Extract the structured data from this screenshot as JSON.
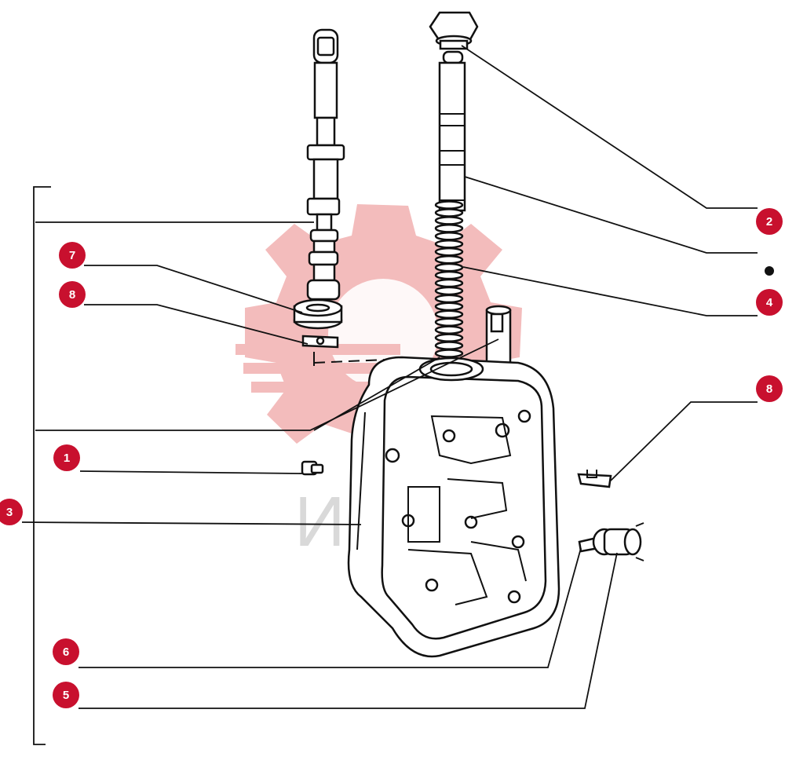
{
  "colors": {
    "badge": "#c8102e",
    "badge_text": "#ffffff",
    "line": "#111111",
    "watermark": "#f2b5b5",
    "watermark_text": "#d9d9d9"
  },
  "watermark": {
    "icon": "gear-logo-icon",
    "text": "ИНТЕХ"
  },
  "callouts": {
    "c1": "1",
    "c2": "2",
    "c3": "3",
    "c4": "4",
    "c5": "5",
    "c6": "6",
    "c7": "7",
    "c8a": "8",
    "c8b": "8"
  }
}
